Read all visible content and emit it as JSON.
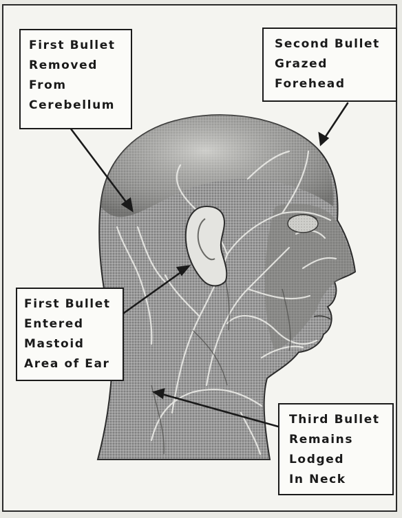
{
  "labels": {
    "first_bullet_removed": [
      "First Bullet",
      "Removed",
      "From",
      "Cerebellum"
    ],
    "second_bullet_grazed": [
      "Second Bullet",
      "Grazed",
      "Forehead"
    ],
    "first_bullet_entered": [
      "First Bullet",
      "Entered",
      "Mastoid",
      "Area of Ear"
    ],
    "third_bullet_lodged": [
      "Third Bullet",
      "Remains",
      "Lodged",
      "In Neck"
    ]
  },
  "colors": {
    "paper": "#f4f4f0",
    "ink": "#1a1a1a",
    "shading": "#8c8c8c",
    "vessels": "#ececec"
  }
}
